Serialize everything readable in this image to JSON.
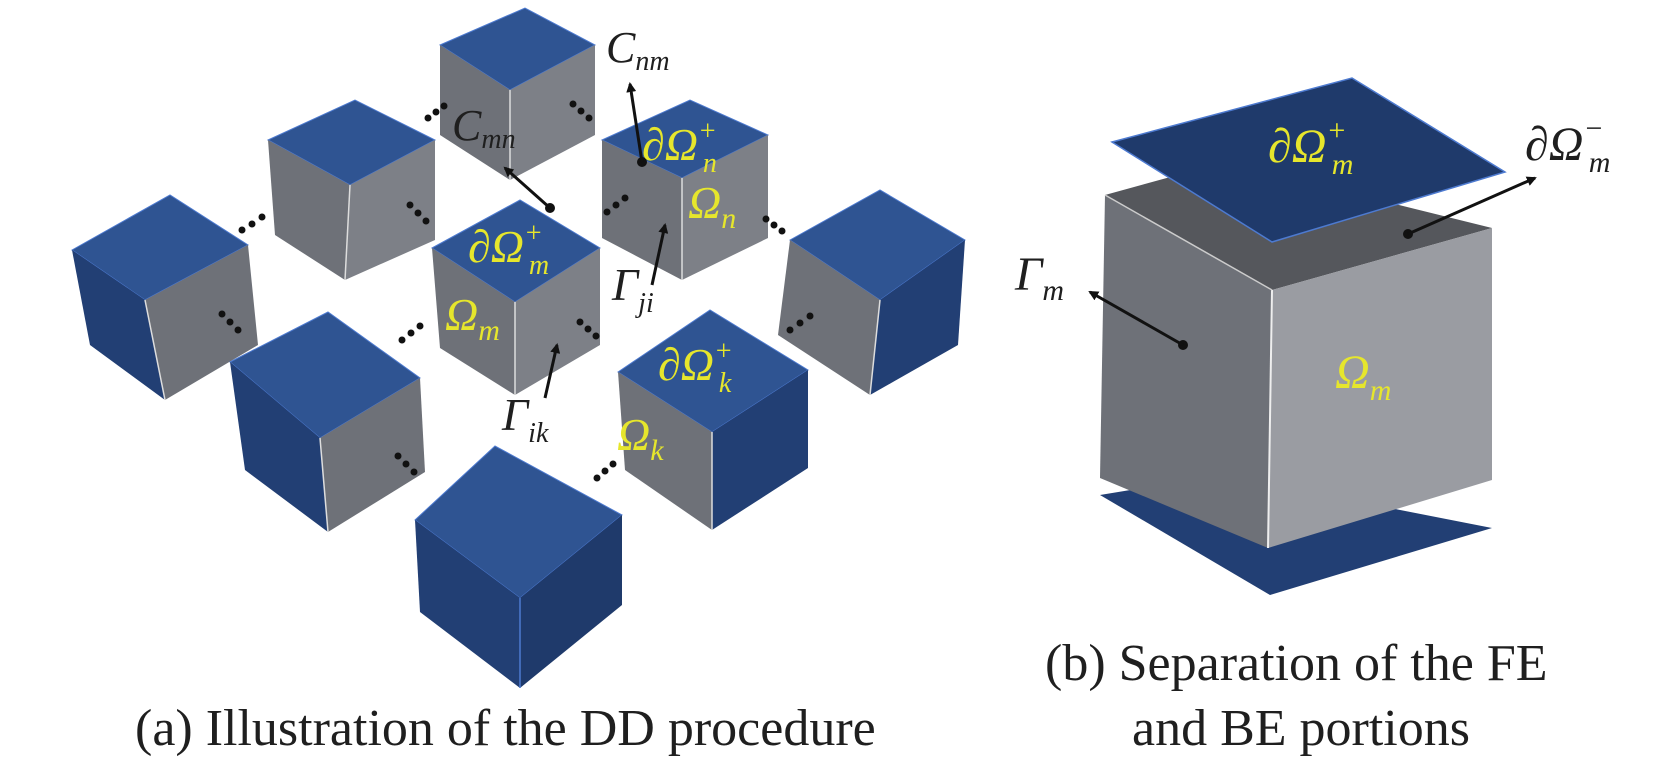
{
  "captions": {
    "a": "(a) Illustration of the DD procedure",
    "b_line1": "(b) Separation of the FE",
    "b_line2": "and BE portions"
  },
  "labels_a": {
    "dOmega_m": {
      "base": "∂Ω",
      "sup": "+",
      "sub": "m"
    },
    "dOmega_n": {
      "base": "∂Ω",
      "sup": "+",
      "sub": "n"
    },
    "dOmega_k": {
      "base": "∂Ω",
      "sup": "+",
      "sub": "k"
    },
    "Omega_m": {
      "base": "Ω",
      "sub": "m"
    },
    "Omega_n": {
      "base": "Ω",
      "sub": "n"
    },
    "Omega_k": {
      "base": "Ω",
      "sub": "k"
    },
    "C_mn": {
      "base": "C",
      "sub": "mn"
    },
    "C_nm": {
      "base": "C",
      "sub": "nm"
    },
    "Gamma_ji": {
      "base": "Γ",
      "sub": "ji"
    },
    "Gamma_ik": {
      "base": "Γ",
      "sub": "ik"
    }
  },
  "labels_b": {
    "dOmega_plus": {
      "base": "∂Ω",
      "sup": "+",
      "sub": "m"
    },
    "dOmega_minus": {
      "base": "∂Ω",
      "sup": "−",
      "sub": "m"
    },
    "Gamma_m": {
      "base": "Γ",
      "sub": "m"
    },
    "Omega_m": {
      "base": "Ω",
      "sub": "m"
    }
  },
  "colors": {
    "top_face": "#2f5492",
    "dark_face": "#1f3a6b",
    "grey_face": "#6d7077",
    "light_grey": "#9a9ca2",
    "label_yellow": "#e6e62c"
  }
}
